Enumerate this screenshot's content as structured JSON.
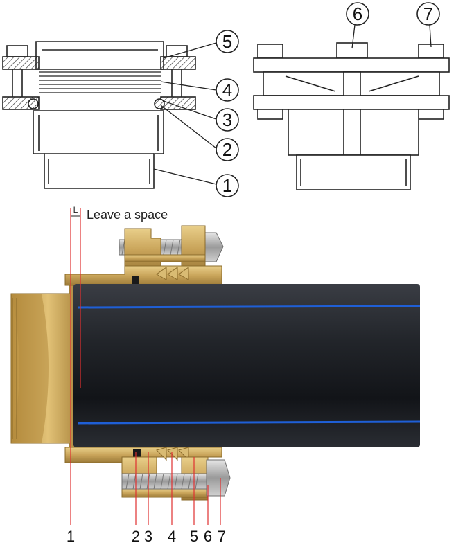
{
  "top_left_callouts": [
    "5",
    "4",
    "3",
    "2",
    "1"
  ],
  "top_right_callouts": [
    "6",
    "7"
  ],
  "gap_letter": "L",
  "gap_note": "Leave a space",
  "bottom_numbers": [
    "1",
    "2",
    "3",
    "4",
    "5",
    "6",
    "7"
  ],
  "colors": {
    "brass": "#c9a45a",
    "brass_dark": "#8a6a2a",
    "pipe": "#1c1e22",
    "stripe": "#1f5fd6",
    "guide": "#e03030",
    "steel": "#a8a8a8"
  }
}
